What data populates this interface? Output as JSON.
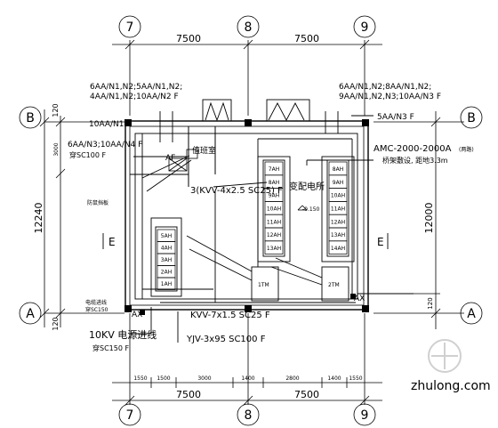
{
  "axes": {
    "top": [
      "7",
      "8",
      "9"
    ],
    "bottom": [
      "7",
      "8",
      "9"
    ],
    "left": [
      "B",
      "A"
    ],
    "right": [
      "B",
      "A"
    ]
  },
  "dimensions": {
    "top_spans": [
      "7500",
      "7500"
    ],
    "bottom_spans": [
      "7500",
      "7500"
    ],
    "bottom_detail": [
      "1550",
      "1500",
      "3000",
      "1400",
      "2800",
      "1400",
      "1550"
    ],
    "left_total": "12240",
    "left_top": "120",
    "left_bottom": "120",
    "left_mid": "3000",
    "right_total": "12000",
    "right_bottom": "120"
  },
  "labels": {
    "tl_line1": "6AA/N1,N2;5AA/N1,N2;",
    "tl_line2": "4AA/N1,N2;10AA/N2 F",
    "tl_10aa": "10AA/N1",
    "tl_6aa": "6AA/N3;10AA/N4 F",
    "tl_sc100": "穿SC100 F",
    "tr_line1": "6AA/N1,N2;8AA/N1,N2;",
    "tr_line2": "9AA/N1,N2,N3;10AA/N3 F",
    "tr_5aa": "5AA/N3 F",
    "amc": "AMC-2000-2000A",
    "amc_note": "(两路)",
    "amc_sub": "桥架敷设, 距地3.3m",
    "duty_room": "值班室",
    "af_tag": "AF",
    "kvv_top": "3(KVV-4x2.5 SC25) F",
    "substation": "变配电所",
    "level": "-0.150",
    "left_note": "防鼠挡板",
    "kvv_bottom": "KVV-7x1.5 SC25 F",
    "yjv": "YJV-3x95 SC100 F",
    "kv10": "10KV 电源进线",
    "kv10_sub": "穿SC150 F",
    "left_bottom_note1": "电缆进线",
    "left_bottom_note2": "穿SC150",
    "ax_left": "AX",
    "ax_right": "AX",
    "e_left": "E",
    "e_right": "E",
    "ltm": "1TM",
    "rtm": "2TM"
  },
  "panels_left": [
    "5AH",
    "4AH",
    "3AH",
    "2AH",
    "1AH"
  ],
  "panels_mid": [
    "7AH",
    "8AH",
    "9AH",
    "10AH",
    "11AH",
    "12AH",
    "13AH"
  ],
  "panels_right": [
    "8AH",
    "9AH",
    "10AH",
    "11AH",
    "12AH",
    "13AH",
    "14AH"
  ],
  "watermark": {
    "text": "zhulong.com"
  },
  "colors": {
    "line": "#000000",
    "background": "#ffffff",
    "watermark": "#d0d0d0"
  }
}
